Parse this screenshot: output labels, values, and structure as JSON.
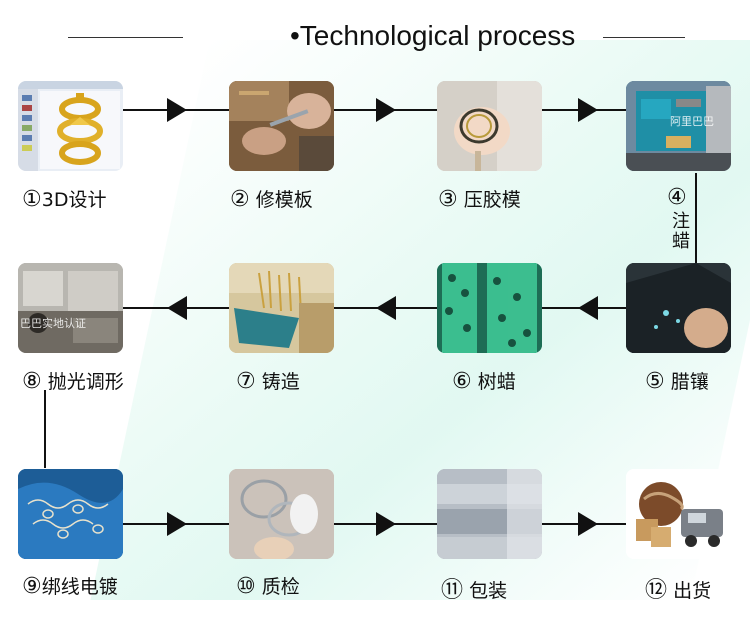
{
  "title": "•Technological process",
  "steps": [
    {
      "num": "①",
      "label": "3D设计"
    },
    {
      "num": "②",
      "label": "修模板"
    },
    {
      "num": "③",
      "label": "压胶模"
    },
    {
      "num": "④",
      "label": "注蜡"
    },
    {
      "num": "⑤",
      "label": "腊镶"
    },
    {
      "num": "⑥",
      "label": "树蜡"
    },
    {
      "num": "⑦",
      "label": "铸造"
    },
    {
      "num": "⑧",
      "label": "抛光调形"
    },
    {
      "num": "⑨",
      "label": "绑线电镀"
    },
    {
      "num": "⑩",
      "label": "质检"
    },
    {
      "num": "⑪",
      "label": "包装"
    },
    {
      "num": "⑫",
      "label": "出货"
    }
  ],
  "vertical_label": [
    "注",
    "蜡"
  ],
  "photo_watermarks": {
    "p4": "阿里巴巴",
    "p8": "巴巴实地认证"
  }
}
